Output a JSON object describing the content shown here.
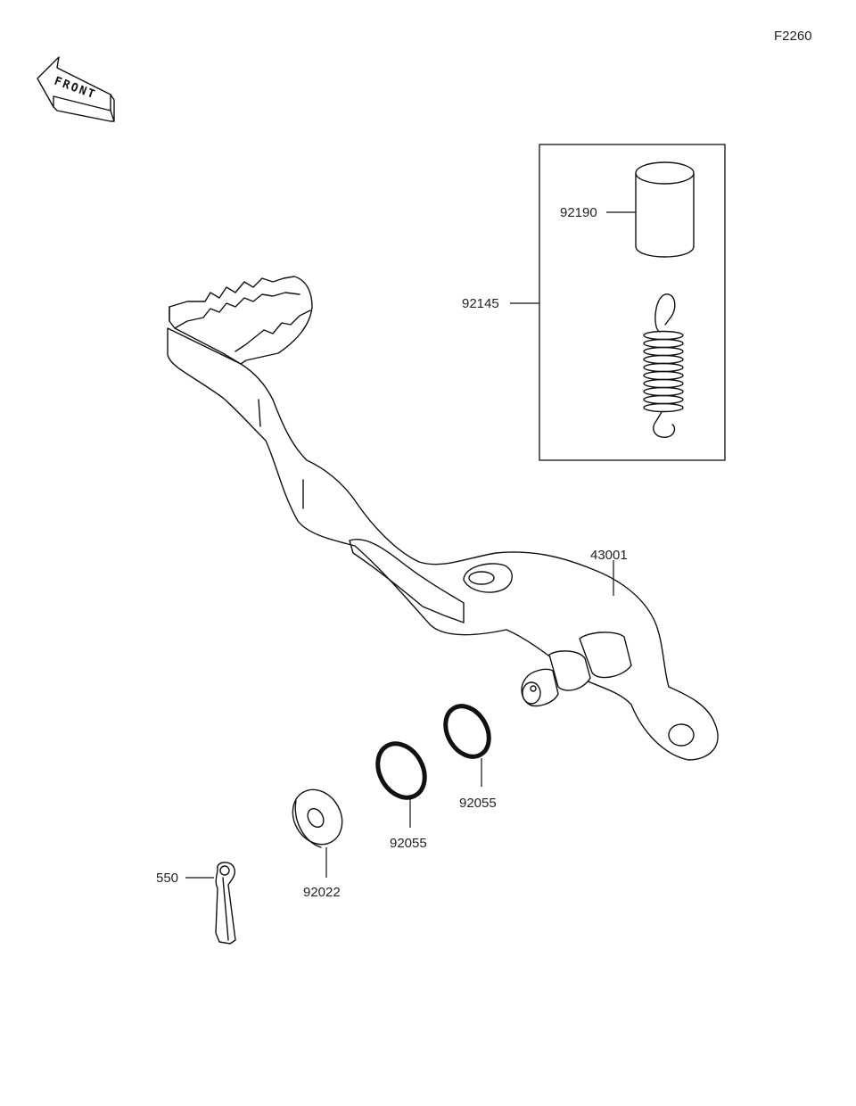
{
  "figure_code": "F2260",
  "front_arrow": {
    "text": "FRONT",
    "icon": "front-arrow-icon"
  },
  "kit_box": {
    "label": "92145"
  },
  "parts": [
    {
      "id": "bushing",
      "label": "92190"
    },
    {
      "id": "brake-pedal",
      "label": "43001"
    },
    {
      "id": "washer-ring-right",
      "label": "92055"
    },
    {
      "id": "washer-ring-left",
      "label": "92055"
    },
    {
      "id": "flat-washer",
      "label": "92022"
    },
    {
      "id": "cotter-pin",
      "label": "550"
    }
  ]
}
